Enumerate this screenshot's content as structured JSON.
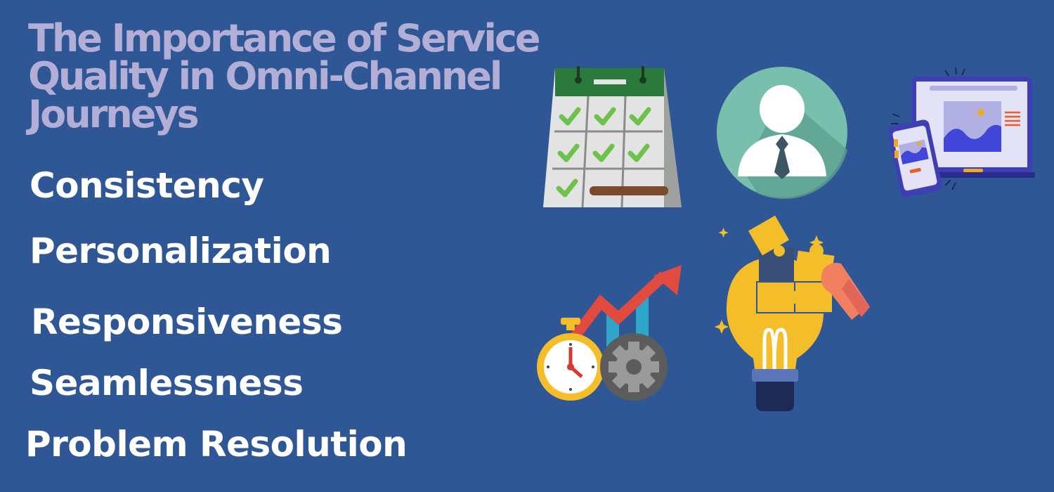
{
  "header": {
    "title_lines": [
      "The Importance of Service",
      "Quality in Omni-Channel",
      "Journeys"
    ]
  },
  "qualities": [
    "Consistency",
    "Personalization",
    "Responsiveness",
    "Seamlessness",
    "Problem Resolution"
  ],
  "illustrations": [
    "calendar-checklist-icon",
    "businessman-avatar-icon",
    "multi-device-icon",
    "stopwatch-growth-gear-icon",
    "lightbulb-puzzle-icon"
  ],
  "colors": {
    "background": "#2f5795",
    "title": "#b3aed6",
    "text": "#ffffff"
  }
}
